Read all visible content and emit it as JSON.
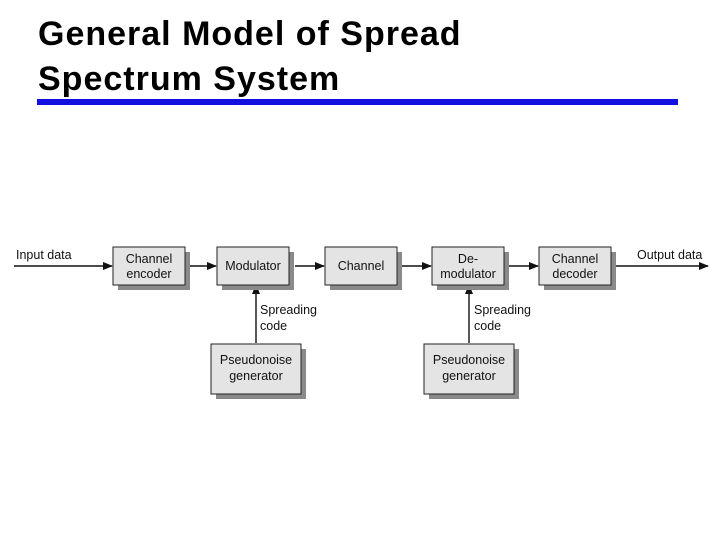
{
  "title": {
    "line1": "General Model of Spread",
    "line2": "Spectrum System"
  },
  "colors": {
    "rule": "#1010e0",
    "block_fill": "#e4e4e4",
    "block_shadow": "#8a8a8a"
  },
  "diagram": {
    "input_label": "Input data",
    "output_label": "Output data",
    "blocks": {
      "channel_encoder": [
        "Channel",
        "encoder"
      ],
      "modulator": [
        "Modulator"
      ],
      "channel": [
        "Channel"
      ],
      "demodulator": [
        "De-",
        "modulator"
      ],
      "channel_decoder": [
        "Channel",
        "decoder"
      ],
      "pn_generator_tx": [
        "Pseudonoise",
        "generator"
      ],
      "pn_generator_rx": [
        "Pseudonoise",
        "generator"
      ]
    },
    "spreading_code_tx": [
      "Spreading",
      "code"
    ],
    "spreading_code_rx": [
      "Spreading",
      "code"
    ]
  }
}
